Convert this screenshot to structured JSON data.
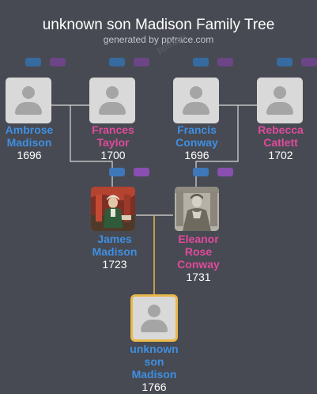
{
  "header": {
    "title": "unknown son Madison Family Tree",
    "subtitle": "generated by pptrace.com",
    "watermark": "pptrace"
  },
  "people": {
    "ambrose": {
      "name_lines": [
        "Ambrose",
        "Madison"
      ],
      "year": "1696",
      "sex": "male",
      "photo": "placeholder"
    },
    "frances": {
      "name_lines": [
        "Frances",
        "Taylor"
      ],
      "year": "1700",
      "sex": "female",
      "photo": "placeholder"
    },
    "francis": {
      "name_lines": [
        "Francis",
        "Conway"
      ],
      "year": "1696",
      "sex": "male",
      "photo": "placeholder"
    },
    "rebecca": {
      "name_lines": [
        "Rebecca",
        "Catlett"
      ],
      "year": "1702",
      "sex": "female",
      "photo": "placeholder"
    },
    "james": {
      "name_lines": [
        "James",
        "Madison"
      ],
      "year": "1723",
      "sex": "male",
      "photo": "portrait"
    },
    "eleanor": {
      "name_lines": [
        "Eleanor",
        "Rose",
        "Conway"
      ],
      "year": "1731",
      "sex": "female",
      "photo": "portrait"
    },
    "son": {
      "name_lines": [
        "unknown",
        "son",
        "Madison"
      ],
      "year": "1766",
      "sex": "male",
      "photo": "placeholder",
      "selected": true
    }
  },
  "colors": {
    "background": "#474a52",
    "male": "#3f8fe2",
    "female": "#e04a9c",
    "connector": "#d9d9d9",
    "focus_connector": "#e8b84a",
    "expand_father": "#3e78b8",
    "expand_mother": "#8a4fb0"
  }
}
